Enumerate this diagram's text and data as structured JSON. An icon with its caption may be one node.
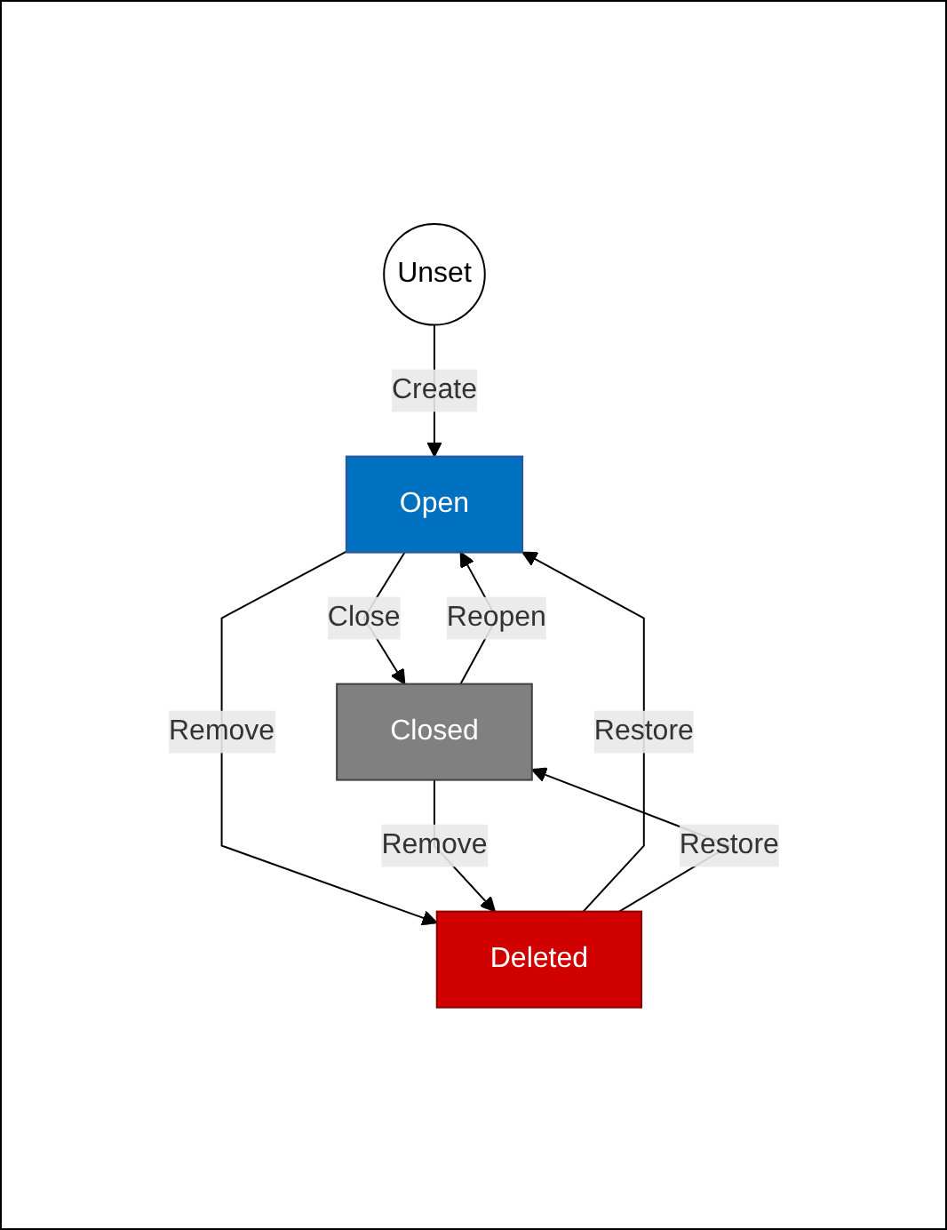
{
  "diagram": {
    "nodes": [
      {
        "text": [
          "Unset"
        ]
      },
      {
        "text": [
          "Open"
        ]
      },
      {
        "text": [
          "Closed"
        ]
      },
      {
        "text": [
          "Deleted"
        ]
      }
    ],
    "edges": [
      {
        "from": 0,
        "to": 1,
        "arrow": "to",
        "label": "Create"
      },
      {
        "from": 1,
        "to": 2,
        "arrow": "to",
        "label": "Close"
      },
      {
        "from": 2,
        "to": 1,
        "arrow": "to",
        "label": "Reopen"
      },
      {
        "from": 1,
        "to": 3,
        "arrow": "to",
        "label": "Remove"
      },
      {
        "from": 3,
        "to": 1,
        "arrow": "to",
        "label": "Restore"
      },
      {
        "from": 2,
        "to": 3,
        "arrow": "to",
        "label": "Remove"
      },
      {
        "from": 3,
        "to": 2,
        "arrow": "to",
        "label": "Restore"
      }
    ]
  }
}
